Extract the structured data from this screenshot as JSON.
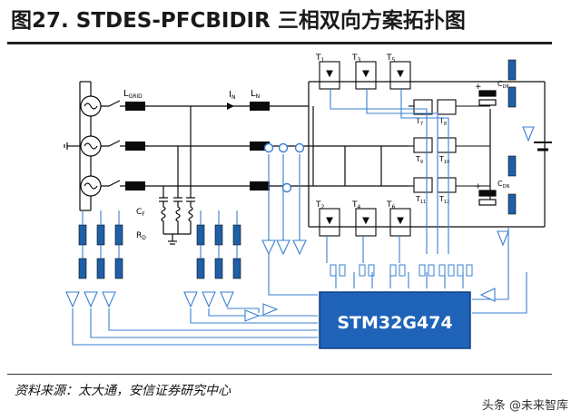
{
  "figure": {
    "title": "图27. STDES-PFCBIDIR 三相双向方案拓扑图",
    "source": "资料来源：太大通，安信证券研究中心",
    "watermark": "头条 @未来智库"
  },
  "labels": {
    "l_grid": "L",
    "l_grid_sub": "GRID",
    "i_n": "I",
    "i_n_sub": "N",
    "l_n": "L",
    "l_n_sub": "N",
    "c_f": "C",
    "c_f_sub": "F",
    "r_d": "R",
    "r_d_sub": "D",
    "c_dp": "C",
    "c_dp_sub": "DP",
    "c_dn": "C",
    "c_dn_sub": "DN",
    "mcu": "STM32G474",
    "t1": "T",
    "t1_sub": "1",
    "t3": "T",
    "t3_sub": "3",
    "t5": "T",
    "t5_sub": "5",
    "t7": "T",
    "t7_sub": "7",
    "t8": "T",
    "t8_sub": "8",
    "t9": "T",
    "t9_sub": "9",
    "t10": "T",
    "t10_sub": "10",
    "t11": "T",
    "t11_sub": "11",
    "t12": "T",
    "t12_sub": "12",
    "t2": "T",
    "t2_sub": "2",
    "t4": "T",
    "t4_sub": "4",
    "t6": "T",
    "t6_sub": "6",
    "plus_top": "+",
    "plus_bottom": "+"
  },
  "colors": {
    "wire": "#0a0a0a",
    "signal": "#3a7fd0",
    "component": "#1f5fa8",
    "mcu_fill": "#1f63b8",
    "mcu_text": "#ffffff"
  }
}
